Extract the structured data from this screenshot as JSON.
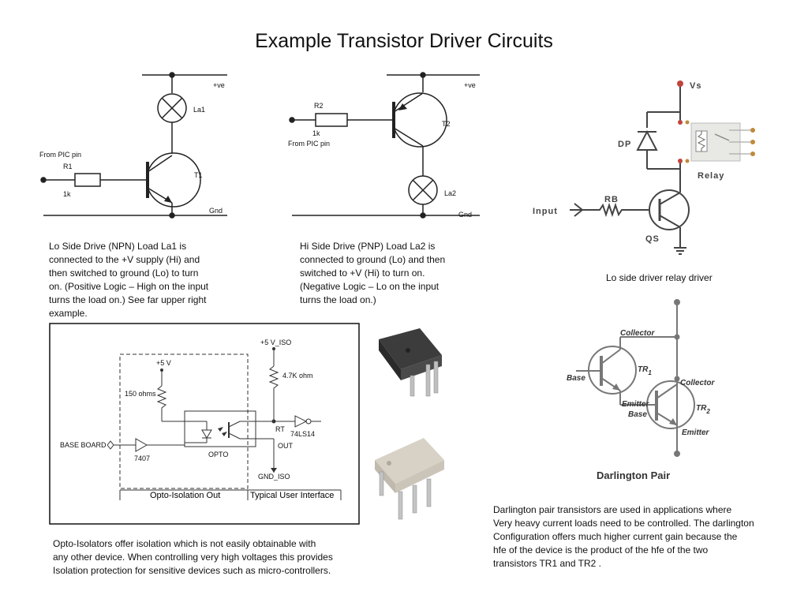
{
  "title": "Example Transistor Driver Circuits",
  "npn_circuit": {
    "supply_label": "+ve",
    "lamp_label": "La1",
    "input_label": "From PIC pin",
    "resistor_label": "R1",
    "resistor_value": "1k",
    "transistor_label": "T1",
    "ground_label": "Gnd"
  },
  "pnp_circuit": {
    "supply_label": "+ve",
    "resistor_label": "R2",
    "resistor_value": "1k",
    "input_label": "From PIC pin",
    "transistor_label": "T2",
    "lamp_label": "La2",
    "ground_label": "Gnd"
  },
  "relay_circuit": {
    "supply_label": "Vs",
    "diode_label": "DP",
    "relay_label": "Relay",
    "input_label": "Input",
    "resistor_label": "RB",
    "transistor_label": "QS",
    "caption": "Lo side driver relay driver"
  },
  "opto_circuit": {
    "supply5_label": "+5 V",
    "supply_iso_label": "+5 V_ISO",
    "r150_label": "150 ohms",
    "r47k_label": "4.7K ohm",
    "input_label": "BASE BOARD",
    "buffer_label": "7407",
    "opto_label": "OPTO",
    "rt_label": "RT",
    "out_label": "OUT",
    "inverter_label": "74LS14",
    "gnd_label": "GND_ISO",
    "section_left": "Opto-Isolation Out",
    "section_right": "Typical User Interface"
  },
  "darlington": {
    "collector_top": "Collector",
    "base_label": "Base",
    "tr1_label": "TR",
    "tr1_sub": "1",
    "emitter_base_label1": "Emitter",
    "emitter_base_label2": "Base",
    "collector_right": "Collector",
    "tr2_label": "TR",
    "tr2_sub": "2",
    "emitter_label": "Emitter",
    "title": "Darlington Pair"
  },
  "texts": {
    "npn_desc": "Lo Side Drive (NPN)  Load La1 is\nconnected to the +V supply (Hi) and\nthen switched to ground (Lo) to turn\non. (Positive Logic – High on the input\nturns the load on.) See far upper right\nexample.",
    "pnp_desc": "Hi Side Drive (PNP)  Load La2 is\nconnected to ground (Lo) and then\nswitched to +V (Hi) to turn on.\n(Negative  Logic – Lo on the input\nturns the load on.)",
    "opto_desc": "Opto-Isolators offer isolation which is not easily obtainable with\n any other device. When controlling very high voltages this provides\nIsolation protection for sensitive devices such as micro-controllers.",
    "darlington_desc": "Darlington pair transistors are used in applications where\nVery heavy current loads need to be controlled. The darlington\nConfiguration offers much higher current gain because the\nhfe of the device is the product of the hfe of the two\n transistors TR1 and TR2 ."
  }
}
